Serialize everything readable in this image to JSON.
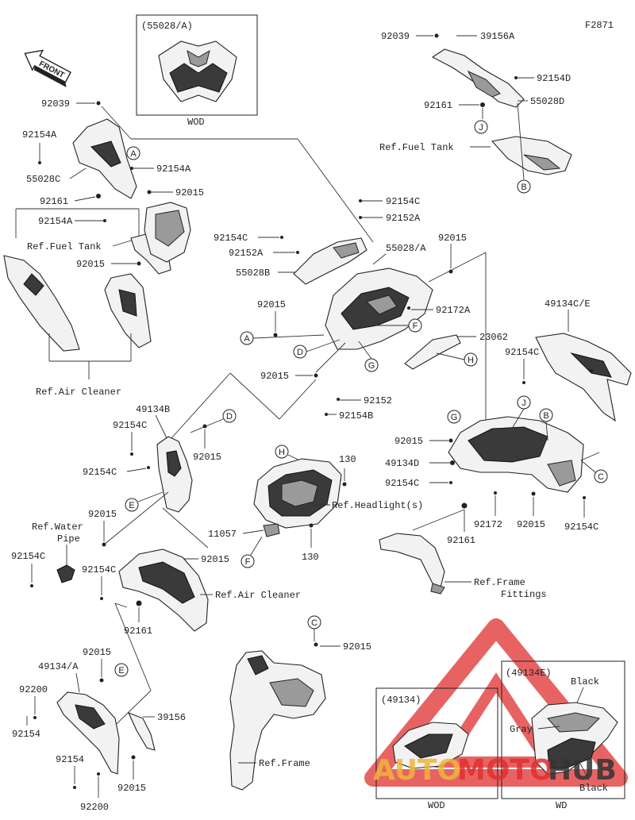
{
  "figure_code": "F2871",
  "front_arrow": "FRONT",
  "inset_wod_top": {
    "title": "(55028/A)",
    "caption": "WOD"
  },
  "inset_wod_bottom": {
    "title": "(49134)",
    "caption": "WOD"
  },
  "inset_wd": {
    "title": "(49134E)",
    "caption": "WD",
    "color_black_top": "Black",
    "color_gray": "Gray",
    "color_black_bottom": "Black"
  },
  "labels": {
    "l_92039_top": "92039",
    "l_39156A": "39156A",
    "l_92154D": "92154D",
    "l_92161_tr": "92161",
    "l_55028D": "55028D",
    "l_ref_fuel_tank_tr": "Ref.Fuel Tank",
    "l_92039_left": "92039",
    "l_92154A_1": "92154A",
    "l_55028C": "55028C",
    "l_92154A_2": "92154A",
    "l_92015_1": "92015",
    "l_92161_left": "92161",
    "l_92154A_3": "92154A",
    "l_ref_fuel_tank_left": "Ref.Fuel Tank",
    "l_92015_2": "92015",
    "l_ref_air_cleaner_1": "Ref.Air Cleaner",
    "l_92154C_1": "92154C",
    "l_92152A_1": "92152A",
    "l_92154C_2": "92154C",
    "l_92152A_2": "92152A",
    "l_55028A": "55028/A",
    "l_92015_3": "92015",
    "l_55028B": "55028B",
    "l_92015_4": "92015",
    "l_92172A": "92172A",
    "l_23062": "23062",
    "l_92015_5": "92015",
    "l_92152": "92152",
    "l_92154B": "92154B",
    "l_49134CE": "49134C/E",
    "l_92154C_3": "92154C",
    "l_49134B": "49134B",
    "l_92154C_4": "92154C",
    "l_92015_6": "92015",
    "l_92154C_5": "92154C",
    "l_92015_7": "92015",
    "l_49134D": "49134D",
    "l_92154C_6": "92154C",
    "l_130_1": "130",
    "l_ref_headlight": "Ref.Headlight(s)",
    "l_92015_8": "92015",
    "l_ref_water_pipe": "Ref.Water\nPipe",
    "l_ref_water_pipe_1": "Ref.Water",
    "l_ref_water_pipe_2": "Pipe",
    "l_11057": "11057",
    "l_130_2": "130",
    "l_92172": "92172",
    "l_92015_9": "92015",
    "l_92154C_7": "92154C",
    "l_92161_mid": "92161",
    "l_92154C_8": "92154C",
    "l_92015_10": "92015",
    "l_92154C_9": "92154C",
    "l_ref_air_cleaner_2": "Ref.Air Cleaner",
    "l_ref_frame_fittings_1": "Ref.Frame",
    "l_ref_frame_fittings_2": "Fittings",
    "l_92161_low": "92161",
    "l_92015_11": "92015",
    "l_92015_12": "92015",
    "l_49134A": "49134/A",
    "l_92200_1": "92200",
    "l_39156": "39156",
    "l_92154_1": "92154",
    "l_92154_2": "92154",
    "l_92015_13": "92015",
    "l_92200_2": "92200",
    "l_ref_frame": "Ref.Frame"
  },
  "callouts": {
    "A1": "A",
    "B1": "B",
    "J1": "J",
    "A2": "A",
    "D1": "D",
    "F1": "F",
    "G1": "G",
    "H1": "H",
    "D2": "D",
    "E1": "E",
    "G2": "G",
    "J2": "J",
    "B2": "B",
    "C1": "C",
    "H2": "H",
    "F2": "F",
    "C2": "C",
    "E2": "E"
  },
  "watermark": {
    "left": "AUTO",
    "mid": "MOTO",
    "right": "HUB"
  },
  "colors": {
    "line": "#222222",
    "watermark_red": "#e0302f",
    "watermark_gold": "#f0b63a",
    "watermark_dark": "#333333"
  }
}
